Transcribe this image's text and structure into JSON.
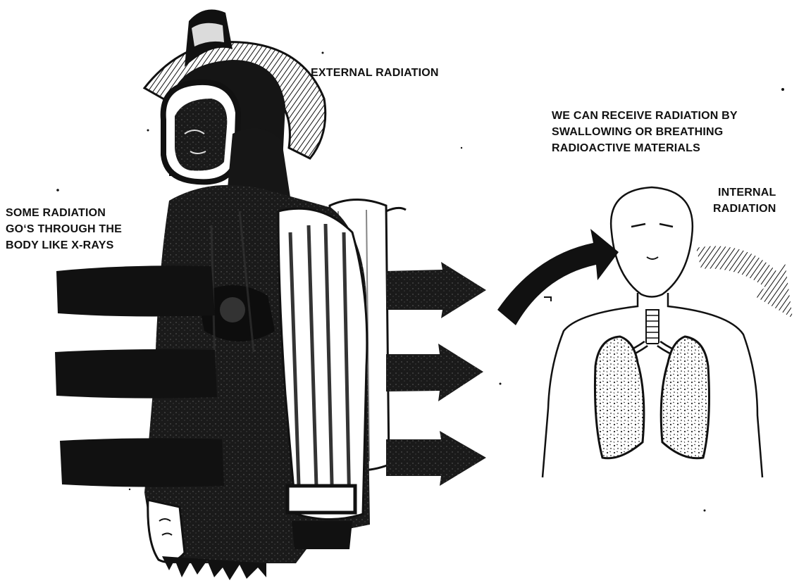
{
  "labels": {
    "external": "EXTERNAL RADIATION",
    "through": [
      "SOME RADIATION",
      "GOʻS THROUGH THE",
      "BODY LIKE X-RAYS"
    ],
    "swallow": [
      "WE CAN RECEIVE RADIATION BY",
      "SWALLOWING OR BREATHING",
      "RADIOACTIVE MATERIALS"
    ],
    "internal": [
      "INTERNAL",
      "RADIATION"
    ]
  },
  "colors": {
    "ink": "#111111",
    "paper": "#ffffff",
    "shade": "#555555"
  },
  "figures": {
    "left": "firefighter-in-breathing-apparatus",
    "right": "human-torso-outline-with-lungs"
  }
}
